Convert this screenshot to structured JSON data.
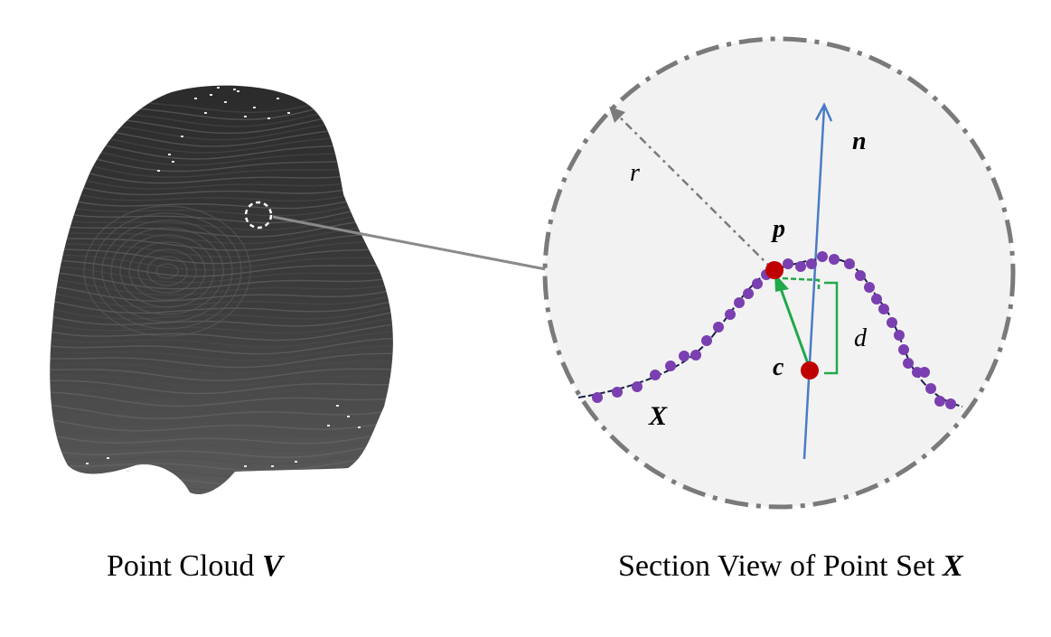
{
  "captions": {
    "left": {
      "text": "Point Cloud ",
      "symbol": "V"
    },
    "right": {
      "text": "Section View of Point Set ",
      "symbol": "X"
    }
  },
  "labels": {
    "normal": "n",
    "point": "p",
    "center": "c",
    "radius": "r",
    "distance": "d",
    "point_set": "X"
  },
  "colors": {
    "fingerprint_dark": "#2a2a2a",
    "fingerprint_light": "#6a6a6a",
    "circle_fill": "#f2f2f2",
    "circle_border": "#7a7a7a",
    "normal_line": "#4a7cc6",
    "vector": "#22a84a",
    "points": "#7a3fb0",
    "marker": "#c00000",
    "curve": "#1a1f4a",
    "connector": "#8a8a8a"
  }
}
